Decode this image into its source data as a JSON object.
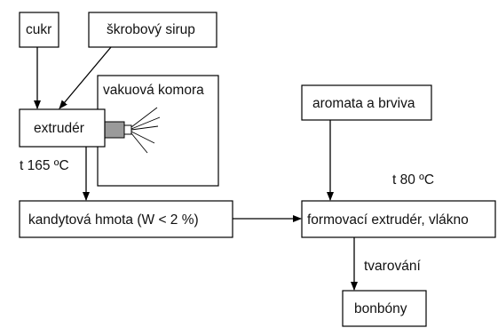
{
  "nodes": {
    "sugar": "cukr",
    "starch_syrup": "škrobový sirup",
    "vacuum_chamber": "vakuová komora",
    "extruder": "extrudér",
    "flavors_colors": "aromata a brviva",
    "candy_mass": "kandytová hmota (W < 2 %)",
    "forming_extruder": "formovací extrudér, vlákno",
    "candies": "bonbóny"
  },
  "labels": {
    "temp_extruder": "t 165 ºC",
    "temp_forming": "t 80 ºC",
    "shaping": "tvarování"
  }
}
